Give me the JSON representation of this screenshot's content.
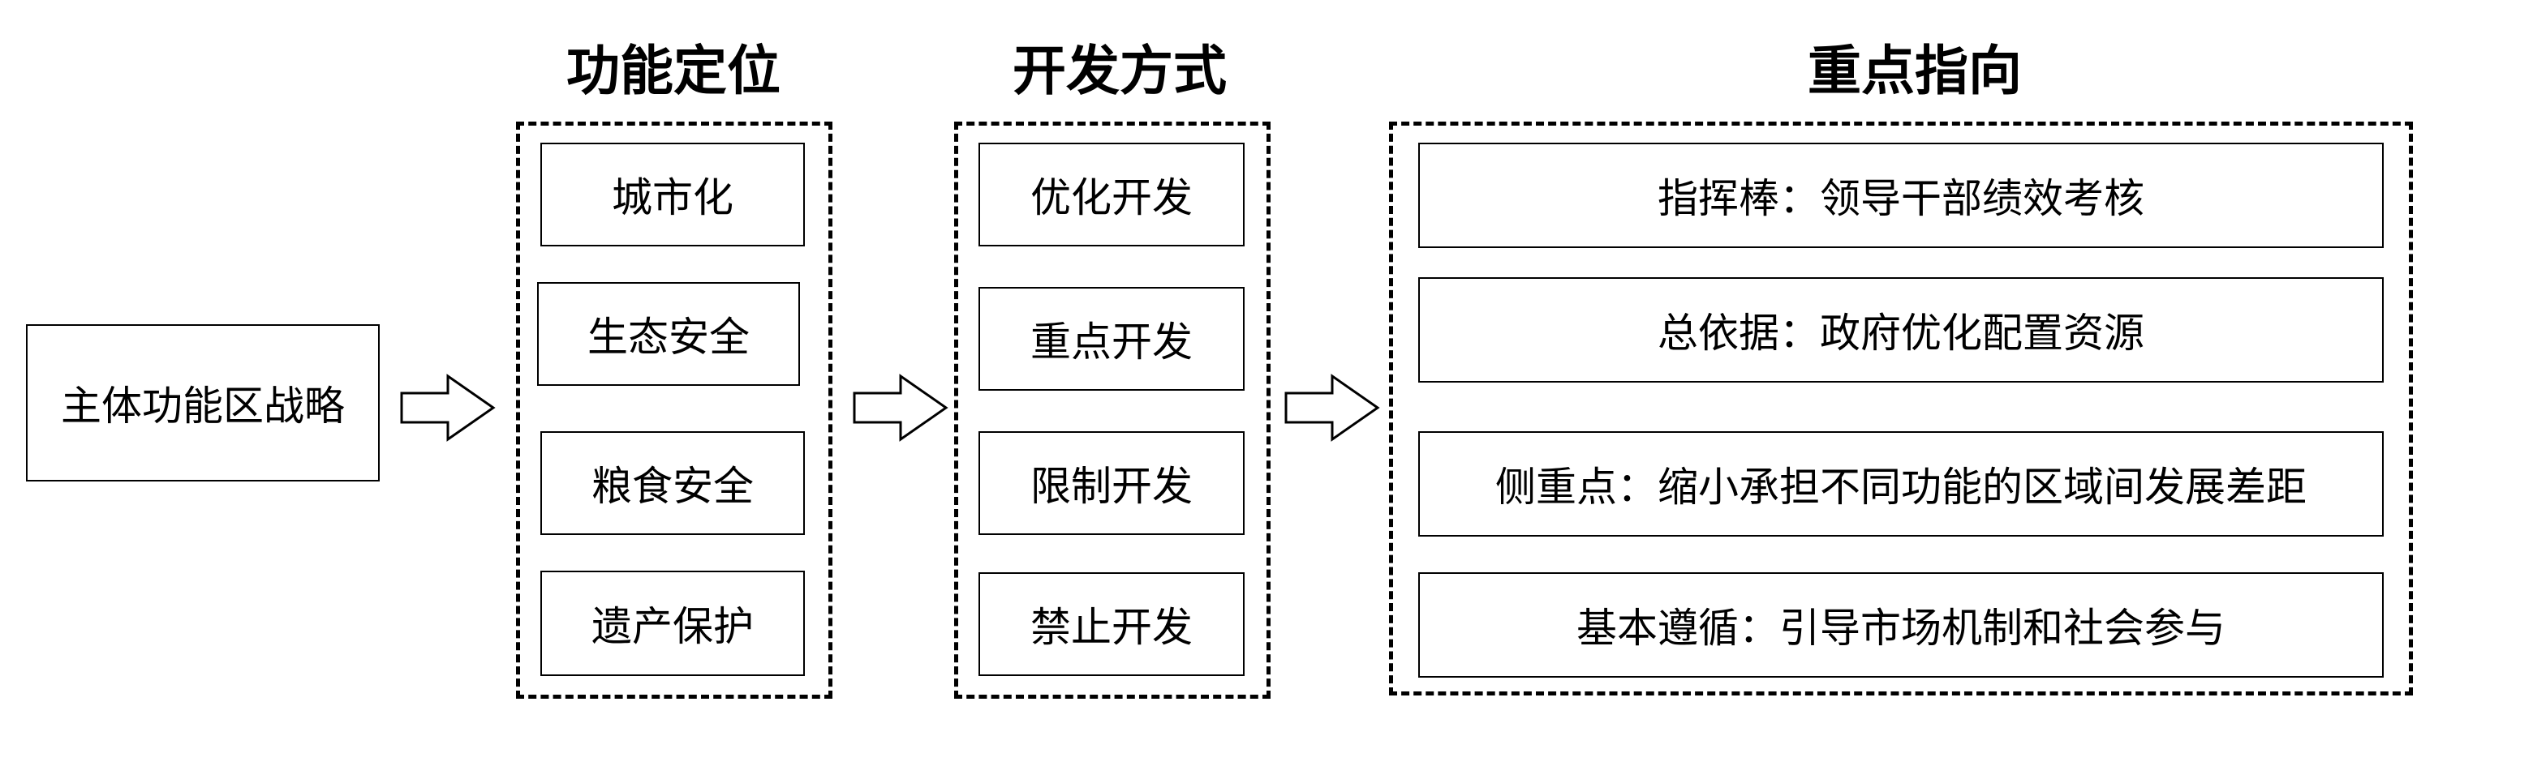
{
  "diagram": {
    "root": {
      "label": "主体功能区战略"
    },
    "columns": [
      {
        "title": "功能定位",
        "items": [
          "城市化",
          "生态安全",
          "粮食安全",
          "遗产保护"
        ]
      },
      {
        "title": "开发方式",
        "items": [
          "优化开发",
          "重点开发",
          "限制开发",
          "禁止开发"
        ]
      },
      {
        "title": "重点指向",
        "items": [
          "指挥棒：领导干部绩效考核",
          "总依据：政府优化配置资源",
          "侧重点：缩小承担不同功能的区域间发展差距",
          "基本遵循：引导市场机制和社会参与"
        ]
      }
    ]
  }
}
